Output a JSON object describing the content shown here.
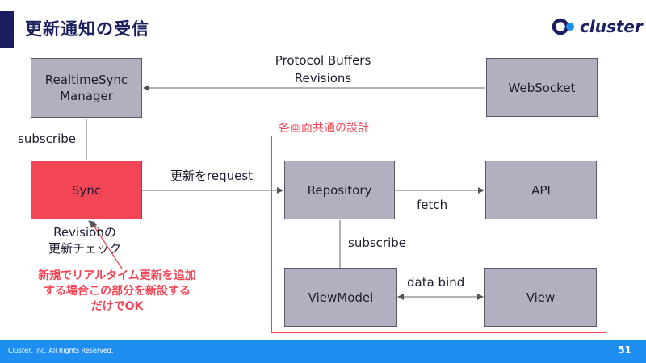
{
  "slide": {
    "title": "更新通知の受信",
    "brand": "cluster",
    "footer": "Cluster, Inc. All Rights Reserved.",
    "page_number": "51"
  },
  "diagram": {
    "nodes": {
      "realtime": "RealtimeSync\nManager",
      "websocket": "WebSocket",
      "sync": "Sync",
      "repository": "Repository",
      "api": "API",
      "viewmodel": "ViewModel",
      "view": "View"
    },
    "edges": {
      "protocol": "Protocol Buffers\nRevisions",
      "subscribe_left": "subscribe",
      "update_request": "更新をrequest",
      "fetch": "fetch",
      "subscribe_right": "subscribe",
      "data_bind": "data bind",
      "revision_check": "Revisionの\n更新チェック"
    },
    "group_title": "各画面共通の設計",
    "note": "新規でリアルタイム更新を追加\nする場合この部分を新設する\nだけでOK"
  },
  "colors": {
    "navy": "#1b1e5f",
    "accent_red": "#f24657",
    "box_gray": "#b2b0c0",
    "footer_blue": "#1e8ff0"
  }
}
